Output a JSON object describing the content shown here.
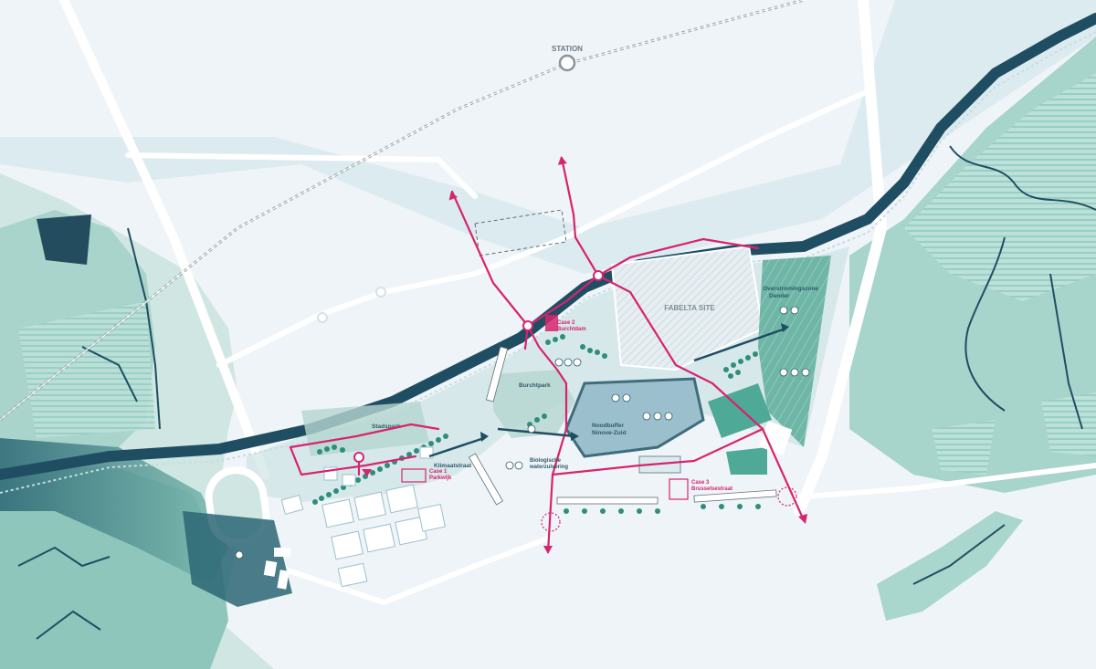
{
  "labels": {
    "station": "STATION",
    "fabelta": "FABELTA SITE",
    "overstroming_1": "Overstromingszone",
    "overstroming_2": "Dender",
    "burchtpark": "Burchtpark",
    "noodbuffer_1": "Noodbuffer",
    "noodbuffer_2": "Ninove-Zuid",
    "stadspark": "Stadspark",
    "klimaatstraat": "Klimaatstraat",
    "bio_1": "Biologische",
    "bio_2": "waterzuivering",
    "case1_a": "Case 1",
    "case1_b": "Parkwijk",
    "case2_a": "Case 2",
    "case2_b": "Burchtdam",
    "case3_a": "Case 3",
    "case3_b": "Brusselsestraat"
  },
  "colors": {
    "background": "#eef4f7",
    "floodplain": "#bfe0da",
    "forest": "#8fc7bd",
    "river": "#1f4e63",
    "route": "#d6246e",
    "road": "#ffffff",
    "rail": "#9aa5aa"
  },
  "icons": [
    "station-icon",
    "route-node-icon",
    "arrow-icon"
  ]
}
